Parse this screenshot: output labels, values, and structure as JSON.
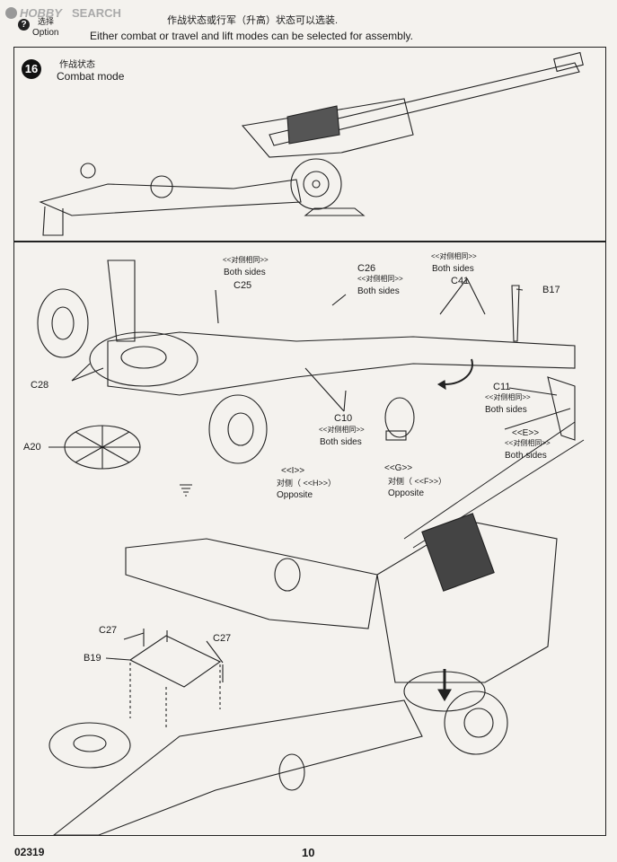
{
  "watermark": {
    "logo_text": "HOBBY",
    "search_text": "SEARCH"
  },
  "header": {
    "option_icon": "question-mark-circle",
    "option_cn": "选择",
    "option_en": "Option",
    "instruction_cn": "作战状态或行军（升高）状态可以选装.",
    "instruction_en": "Either combat or travel and lift modes can be selected for assembly."
  },
  "step": {
    "number": "16",
    "title_cn": "作战状态",
    "title_en": "Combat mode"
  },
  "callouts": {
    "c25": "C25",
    "c25_note_cn": "<<对侧相同>>",
    "c25_note_en": "Both sides",
    "c26": "C26",
    "c26_note_cn": "<<对侧相同>>",
    "c26_note_en": "Both sides",
    "c41": "C41",
    "c41_note_cn": "<<对侧相同>>",
    "c41_note_en": "Both sides",
    "b17": "B17",
    "c28": "C28",
    "a20": "A20",
    "c10": "C10",
    "c10_note_cn": "<<对侧相同>>",
    "c10_note_en": "Both sides",
    "c11": "C11",
    "c11_note_cn": "<<对侧相同>>",
    "c11_note_en": "Both sides",
    "e_ref": "<<E>>",
    "e_note_cn": "<<对侧相同>>",
    "e_note_en": "Both sides",
    "i_ref": "<<I>>",
    "i_opp_cn": "对侧（ <<H>>）",
    "i_opp_en": "Opposite",
    "g_ref": "<<G>>",
    "g_opp_cn": "对侧（ <<F>>）",
    "g_opp_en": "Opposite",
    "c27_a": "C27",
    "c27_b": "C27",
    "b19": "B19"
  },
  "footer": {
    "product_code": "02319",
    "page_number": "10"
  },
  "colors": {
    "ink": "#1a1a1a",
    "paper": "#f4f2ee"
  }
}
